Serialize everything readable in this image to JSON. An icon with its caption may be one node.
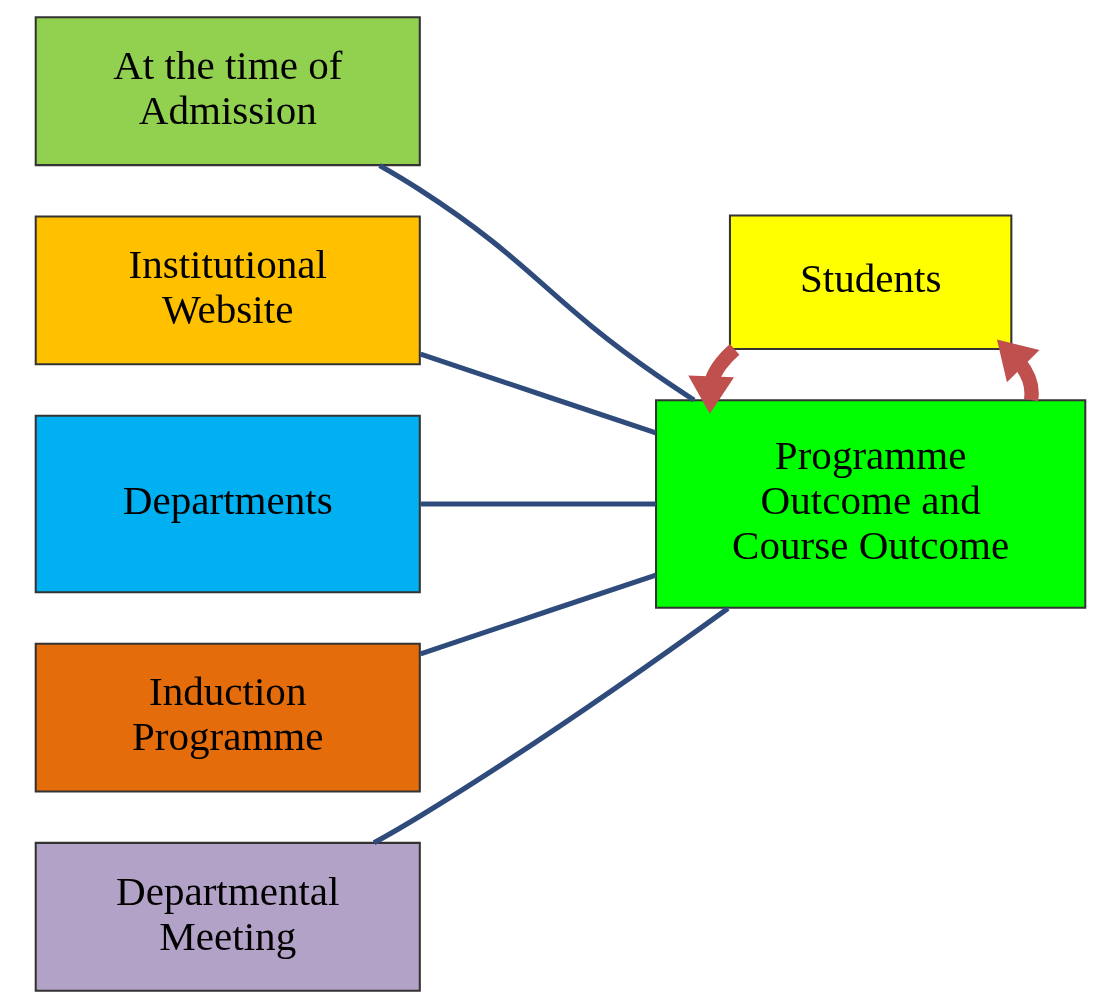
{
  "diagram": {
    "nodes": [
      {
        "text": [
          "At the time of Admission"
        ]
      },
      {
        "text": [
          "Institutional Website"
        ]
      },
      {
        "text": [
          "Departments"
        ]
      },
      {
        "text": [
          "Induction Programme"
        ]
      },
      {
        "text": [
          "Departmental Meeting"
        ]
      },
      {
        "text": [
          "Programme Outcome and Course Outcome"
        ]
      },
      {
        "text": [
          "Students"
        ]
      }
    ],
    "edges": [
      {
        "from": 0,
        "to": 5,
        "arrow": "none"
      },
      {
        "from": 1,
        "to": 5,
        "arrow": "none"
      },
      {
        "from": 2,
        "to": 5,
        "arrow": "none"
      },
      {
        "from": 3,
        "to": 5,
        "arrow": "none"
      },
      {
        "from": 4,
        "to": 5,
        "arrow": "none"
      },
      {
        "from": 5,
        "to": 6,
        "arrow": "to",
        "style": "thick",
        "color": "#c0504d"
      },
      {
        "from": 6,
        "to": 5,
        "arrow": "to",
        "style": "thick",
        "color": "#c0504d"
      }
    ]
  }
}
